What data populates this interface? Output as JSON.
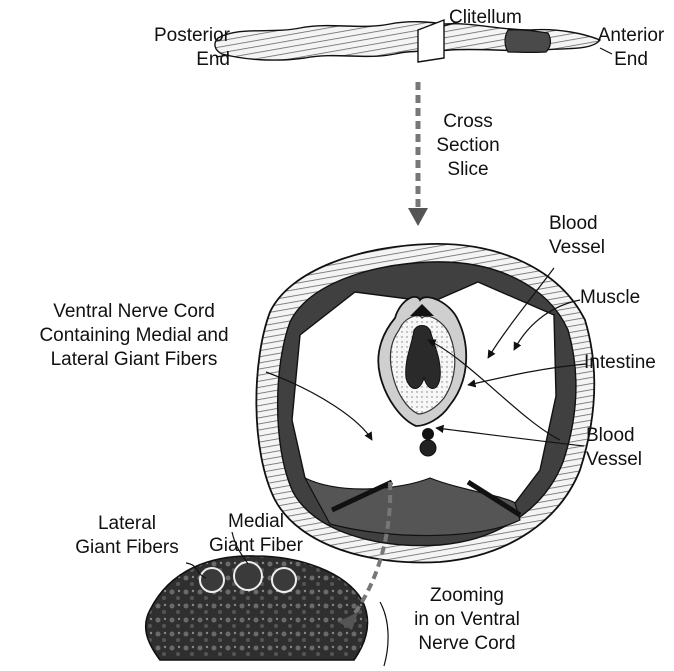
{
  "labels": {
    "posterior_end": [
      "Posterior",
      "End"
    ],
    "clitellum": "Clitellum",
    "anterior_end": [
      "Anterior",
      "End"
    ],
    "cross_section_slice": [
      "Cross",
      "Section",
      "Slice"
    ],
    "blood_vessel_top": [
      "Blood",
      "Vessel"
    ],
    "muscle": "Muscle",
    "ventral_nerve_cord": [
      "Ventral Nerve Cord",
      "Containing Medial and",
      "Lateral Giant Fibers"
    ],
    "intestine": "Intestine",
    "blood_vessel_bottom": [
      "Blood",
      "Vessel"
    ],
    "lateral_giant_fibers": [
      "Lateral",
      "Giant Fibers"
    ],
    "medial_giant_fiber": [
      "Medial",
      "Giant Fiber"
    ],
    "zooming": [
      "Zooming",
      "in on Ventral",
      "Nerve Cord"
    ]
  },
  "colors": {
    "ink": "#111111",
    "muscle_dark": "#3d3d3d",
    "intestine_light": "#d9d9d9",
    "background": "#ffffff"
  }
}
